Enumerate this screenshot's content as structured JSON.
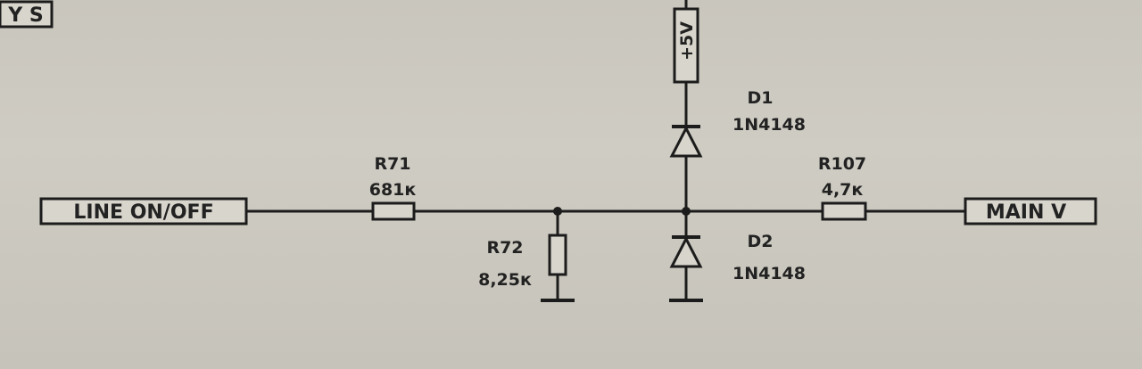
{
  "corner_label": "Y S",
  "ports": {
    "left": "LINE ON/OFF",
    "right": "MAIN V",
    "supply": "+5V"
  },
  "components": {
    "r71": {
      "ref": "R71",
      "value": "681к"
    },
    "r72": {
      "ref": "R72",
      "value": "8,25к"
    },
    "r107": {
      "ref": "R107",
      "value": "4,7к"
    },
    "d1": {
      "ref": "D1",
      "value": "1N4148"
    },
    "d2": {
      "ref": "D2",
      "value": "1N4148"
    }
  }
}
